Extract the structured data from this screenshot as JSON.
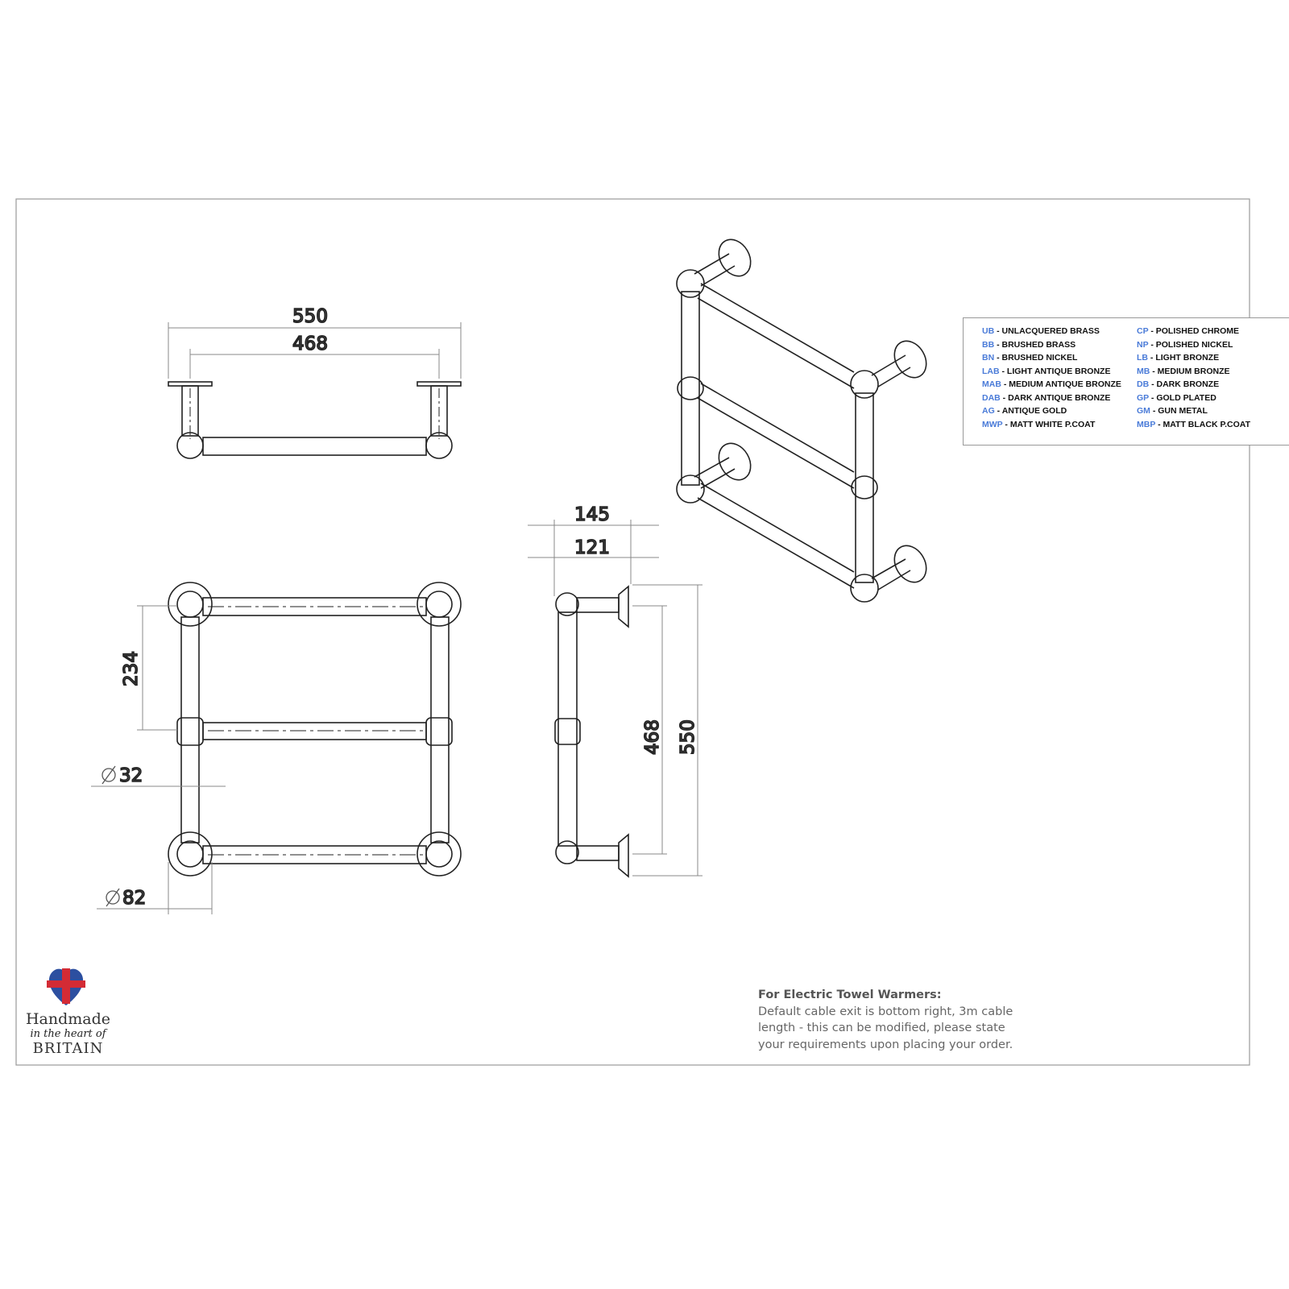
{
  "dimensions": {
    "top_width_overall": "550",
    "top_width_centres": "468",
    "rail_spacing": "234",
    "tube_dia": "32",
    "plate_dia": "82",
    "depth_overall": "145",
    "depth_centres": "121",
    "height_centres": "468",
    "height_overall": "550"
  },
  "legend": {
    "left": [
      {
        "code": "UB",
        "name": " - UNLACQUERED BRASS"
      },
      {
        "code": "BB",
        "name": " - BRUSHED BRASS"
      },
      {
        "code": "BN",
        "name": " - BRUSHED NICKEL"
      },
      {
        "code": "LAB",
        "name": " - LIGHT ANTIQUE BRONZE"
      },
      {
        "code": "MAB",
        "name": " - MEDIUM ANTIQUE BRONZE"
      },
      {
        "code": "DAB",
        "name": " - DARK ANTIQUE BRONZE"
      },
      {
        "code": "AG",
        "name": " - ANTIQUE GOLD"
      },
      {
        "code": "MWP",
        "name": " - MATT WHITE P.COAT"
      }
    ],
    "right": [
      {
        "code": "CP",
        "name": " - POLISHED CHROME"
      },
      {
        "code": "NP",
        "name": " - POLISHED NICKEL"
      },
      {
        "code": "LB",
        "name": " - LIGHT BRONZE"
      },
      {
        "code": "MB",
        "name": " - MEDIUM BRONZE"
      },
      {
        "code": "DB",
        "name": " - DARK BRONZE"
      },
      {
        "code": "GP",
        "name": " - GOLD PLATED"
      },
      {
        "code": "GM",
        "name": " - GUN METAL"
      },
      {
        "code": "MBP",
        "name": " - MATT BLACK P.COAT"
      }
    ]
  },
  "note": {
    "title": "For Electric Towel Warmers:",
    "lines": [
      "Default cable exit is bottom right, 3m cable",
      "length - this can be modified, please state",
      "your requirements upon placing your order."
    ]
  },
  "logo": {
    "line1": "Handmade",
    "line2": "in the heart of",
    "line3": "BRITAIN"
  },
  "colors": {
    "code": "#4a7bd8",
    "line": "#222222",
    "dim": "#888888"
  }
}
